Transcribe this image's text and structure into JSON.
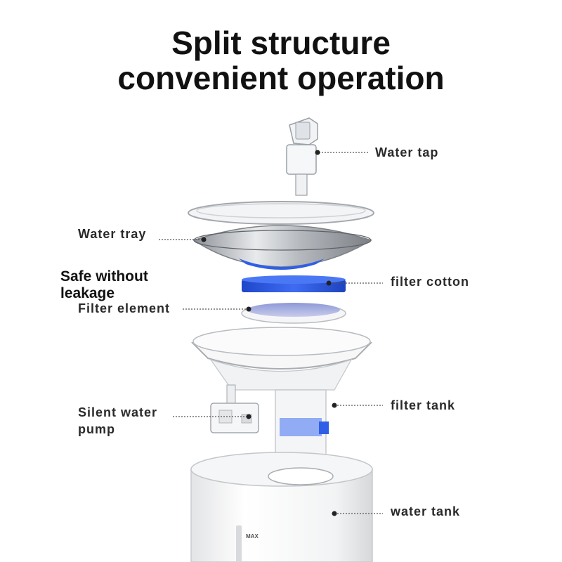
{
  "title": {
    "line1": "Split structure",
    "line2": "convenient operation"
  },
  "labels": {
    "water_tap": "Water tap",
    "water_tray": "Water tray",
    "safe_without_leakage": "Safe without leakage",
    "filter_element": "Filter element",
    "filter_cotton": "filter cotton",
    "silent_water_pump_line1": "Silent water",
    "silent_water_pump_line2": "pump",
    "filter_tank": "filter tank",
    "water_tank": "water tank",
    "max_mark": "MAX"
  },
  "colors": {
    "filter_blue": "#2f5fe6",
    "tray_steel": "#c9ccd1",
    "plastic_white": "#f4f5f6",
    "leader_line": "#555555"
  }
}
